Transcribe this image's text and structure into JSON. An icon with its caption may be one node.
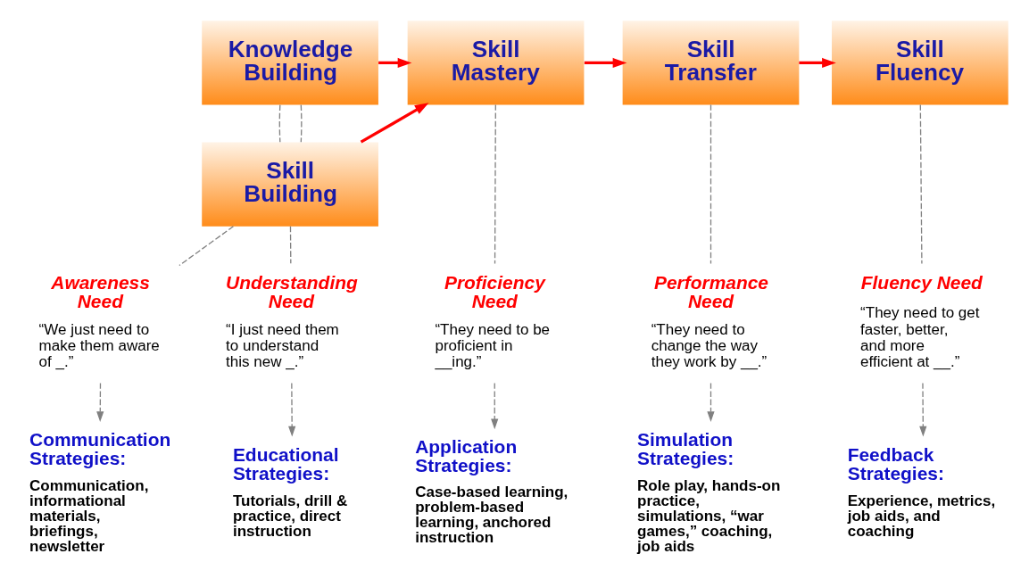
{
  "diagram": {
    "nodes": [
      {
        "text": [
          "Knowledge Building"
        ]
      },
      {
        "text": [
          "Skill Building"
        ]
      },
      {
        "text": [
          "Skill Mastery"
        ]
      },
      {
        "text": [
          "Skill Transfer"
        ]
      },
      {
        "text": [
          "Skill Fluency"
        ]
      },
      {
        "text": [
          "Awareness Need",
          "“We just need to make them aware of _.”"
        ]
      },
      {
        "text": [
          "Understanding Need",
          "“I just need them to understand this new _.”"
        ]
      },
      {
        "text": [
          "Proficiency Need",
          "“They need to be proficient in __ing.”"
        ]
      },
      {
        "text": [
          "Performance Need",
          "“They need to change the way they work by __.”"
        ]
      },
      {
        "text": [
          "Fluency Need",
          "“They need to get faster, better, and more efficient at __.”"
        ]
      },
      {
        "text": [
          "Communication Strategies:",
          "Communication, informational materials, briefings, newsletter"
        ]
      },
      {
        "text": [
          "Educational Strategies:",
          "Tutorials, drill & practice, direct instruction"
        ]
      },
      {
        "text": [
          "Application Strategies:",
          "Case-based learning, problem-based learning, anchored instruction"
        ]
      },
      {
        "text": [
          "Simulation Strategies:",
          "Role play, hands-on practice, simulations, “war games,” coaching, job aids"
        ]
      },
      {
        "text": [
          "Feedback Strategies:",
          "Experience, metrics, job aids, and coaching"
        ]
      }
    ],
    "edges": [
      {
        "from": 0,
        "to": 2,
        "arrow": "to",
        "style": "thick",
        "color": "#ff0000"
      },
      {
        "from": 1,
        "to": 2,
        "arrow": "to",
        "style": "thick",
        "color": "#ff0000"
      },
      {
        "from": 2,
        "to": 3,
        "arrow": "to",
        "style": "thick",
        "color": "#ff0000"
      },
      {
        "from": 3,
        "to": 4,
        "arrow": "to",
        "style": "thick",
        "color": "#ff0000"
      },
      {
        "from": 0,
        "to": 1,
        "arrow": "none",
        "style": "dashed"
      },
      {
        "from": 0,
        "to": 1,
        "arrow": "none",
        "style": "dashed"
      },
      {
        "from": 1,
        "to": 5,
        "arrow": "none",
        "style": "dashed"
      },
      {
        "from": 1,
        "to": 6,
        "arrow": "none",
        "style": "dashed"
      },
      {
        "from": 2,
        "to": 7,
        "arrow": "none",
        "style": "dashed"
      },
      {
        "from": 3,
        "to": 8,
        "arrow": "none",
        "style": "dashed"
      },
      {
        "from": 4,
        "to": 9,
        "arrow": "none",
        "style": "dashed"
      },
      {
        "from": 5,
        "to": 10,
        "arrow": "to",
        "style": "dashed"
      },
      {
        "from": 6,
        "to": 11,
        "arrow": "to",
        "style": "dashed"
      },
      {
        "from": 7,
        "to": 12,
        "arrow": "to",
        "style": "dashed"
      },
      {
        "from": 8,
        "to": 13,
        "arrow": "to",
        "style": "dashed"
      },
      {
        "from": 9,
        "to": 14,
        "arrow": "to",
        "style": "dashed"
      }
    ]
  }
}
